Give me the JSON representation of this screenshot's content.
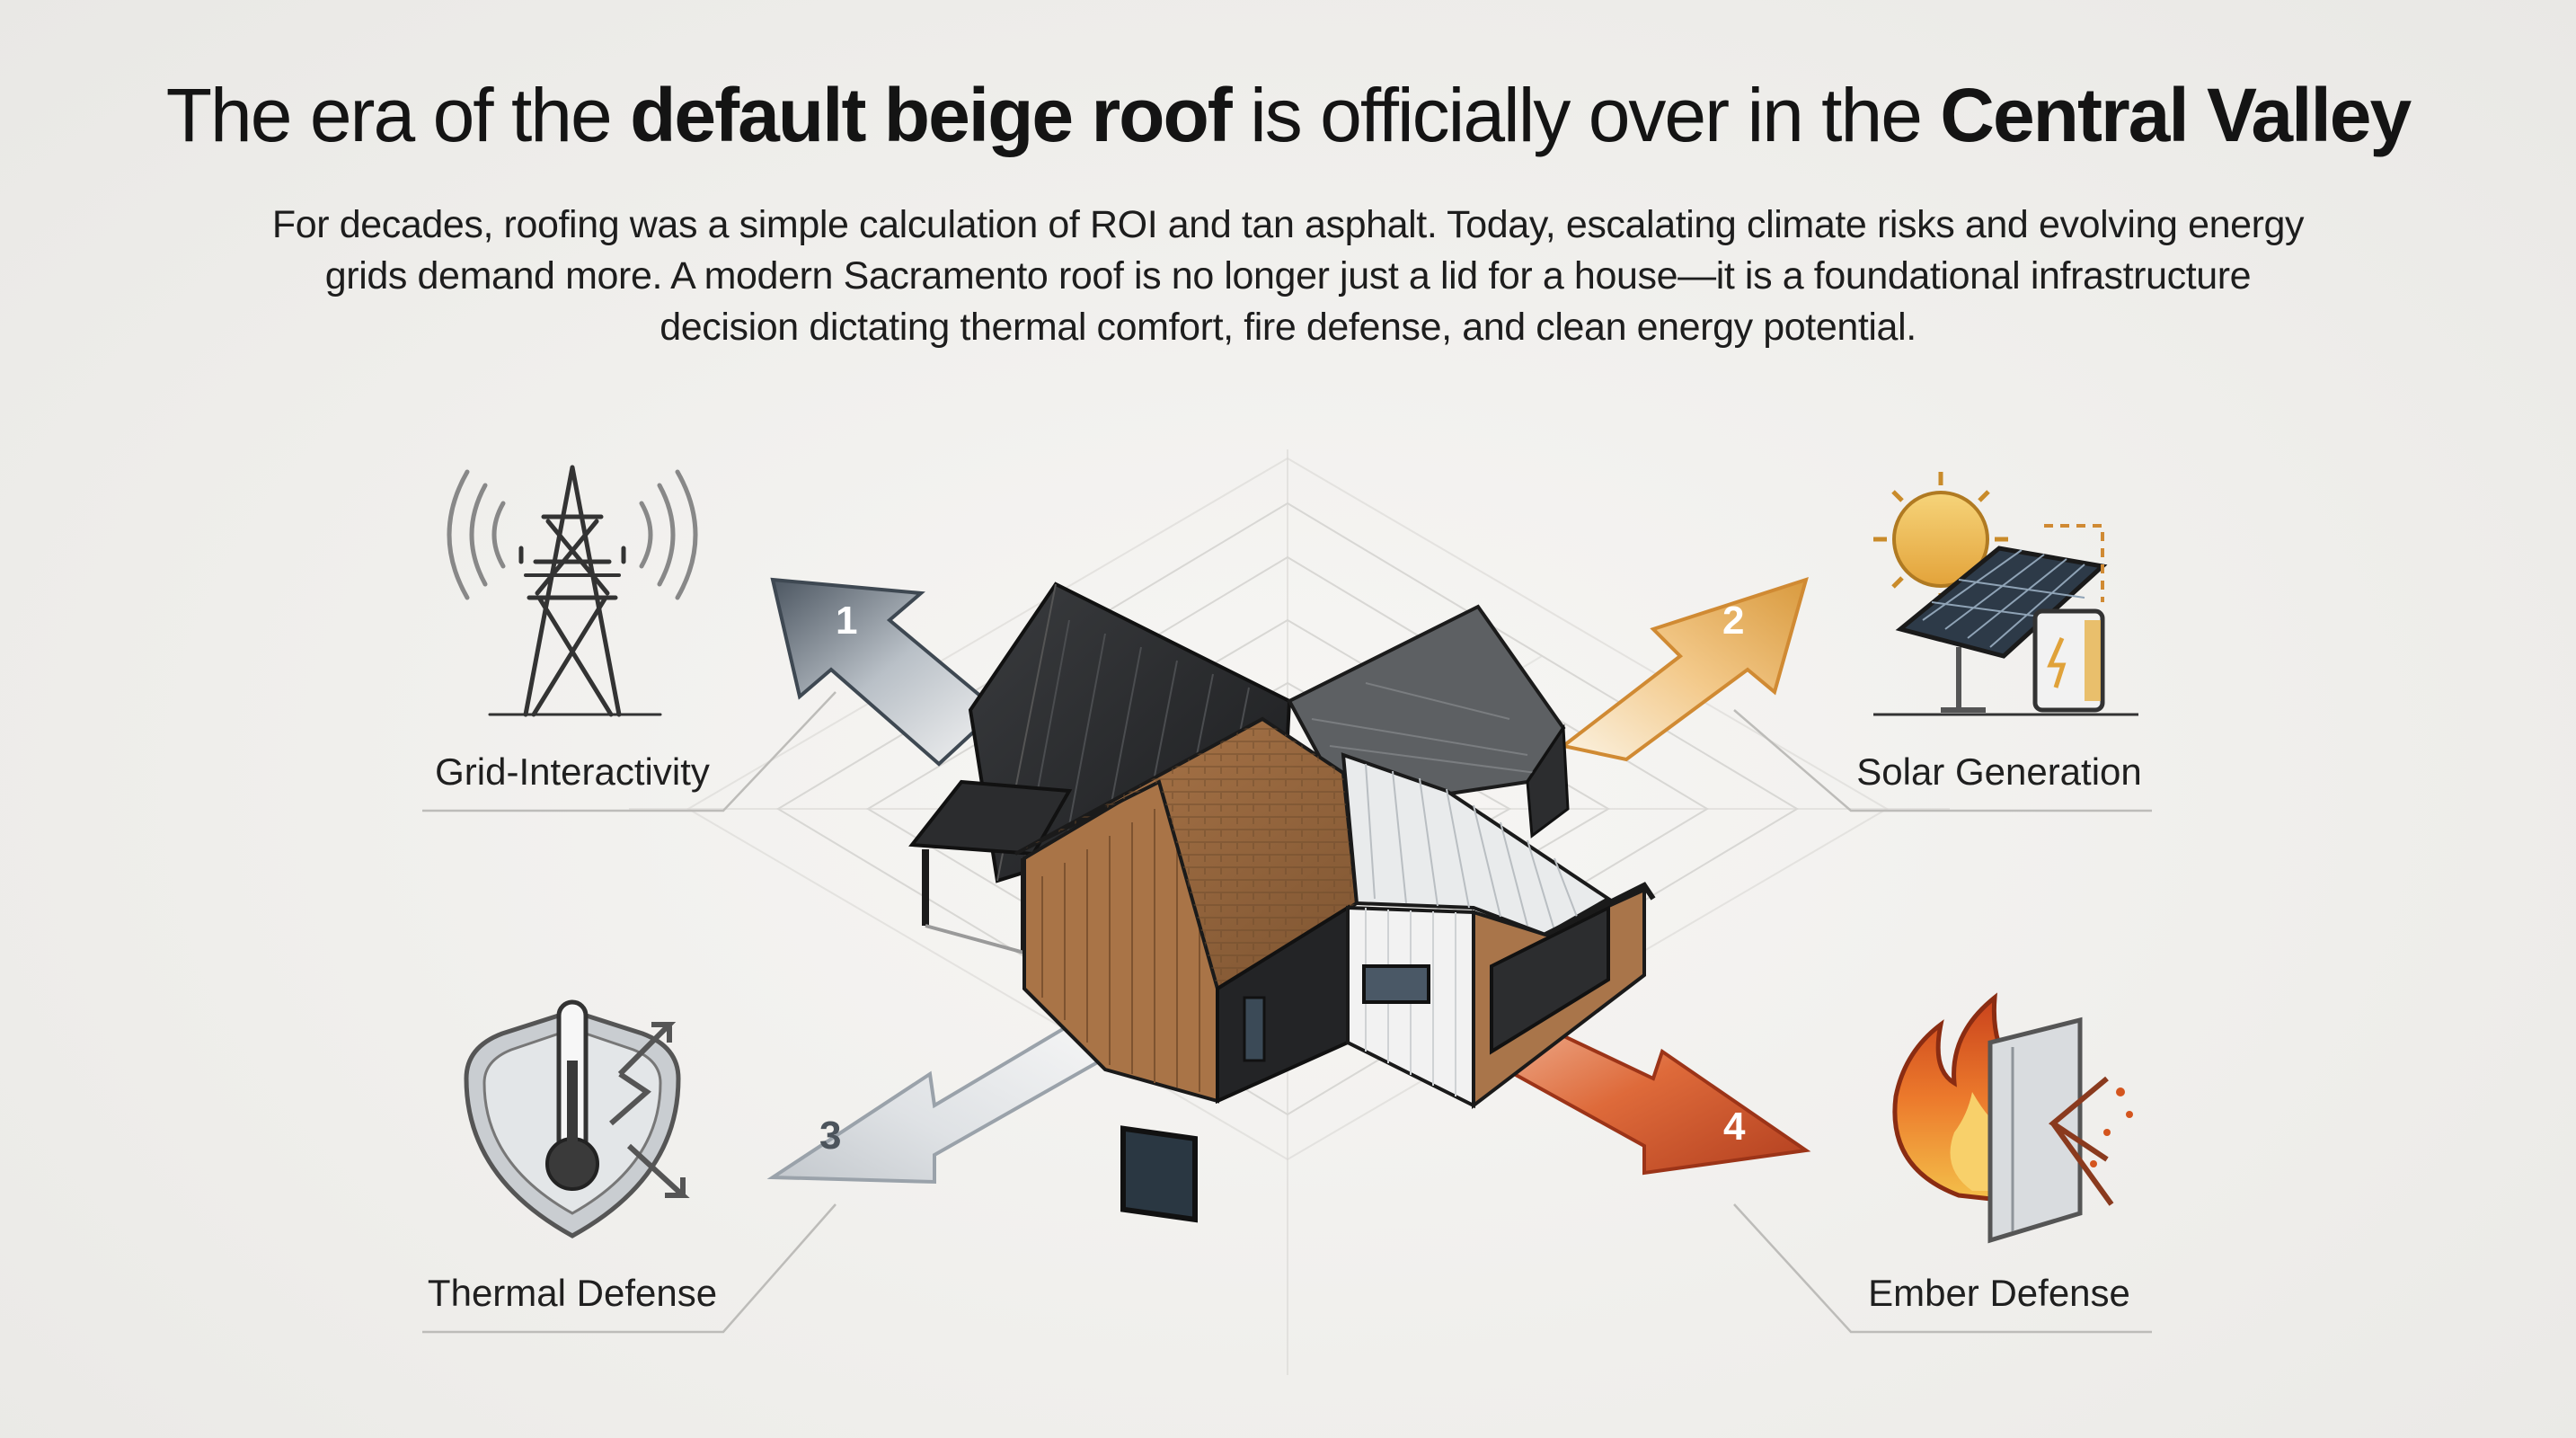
{
  "headline": {
    "part1": "The era of the ",
    "bold1": "default beige roof",
    "part2": " is officially over in the ",
    "bold2": "Central Valley"
  },
  "subtext": "For decades, roofing was a simple calculation of ROI and tan asphalt. Today, escalating climate risks and evolving energy grids demand more. A modern Sacramento roof is no longer just a lid for a house—it is a foundational infrastructure decision dictating thermal comfort, fire defense, and clean energy potential.",
  "pillars": [
    {
      "number": "1",
      "label": "Grid-Interactivity",
      "icon": "transmission-tower-icon"
    },
    {
      "number": "2",
      "label": "Solar Generation",
      "icon": "solar-panel-icon"
    },
    {
      "number": "3",
      "label": "Thermal Defense",
      "icon": "thermal-shield-icon"
    },
    {
      "number": "4",
      "label": "Ember Defense",
      "icon": "ember-fire-icon"
    }
  ],
  "colors": {
    "arrow1": "#5f6b76",
    "arrow2": "#e0a24a",
    "arrow3": "#c8cdd2",
    "arrow4": "#c8502a",
    "text": "#141414"
  }
}
